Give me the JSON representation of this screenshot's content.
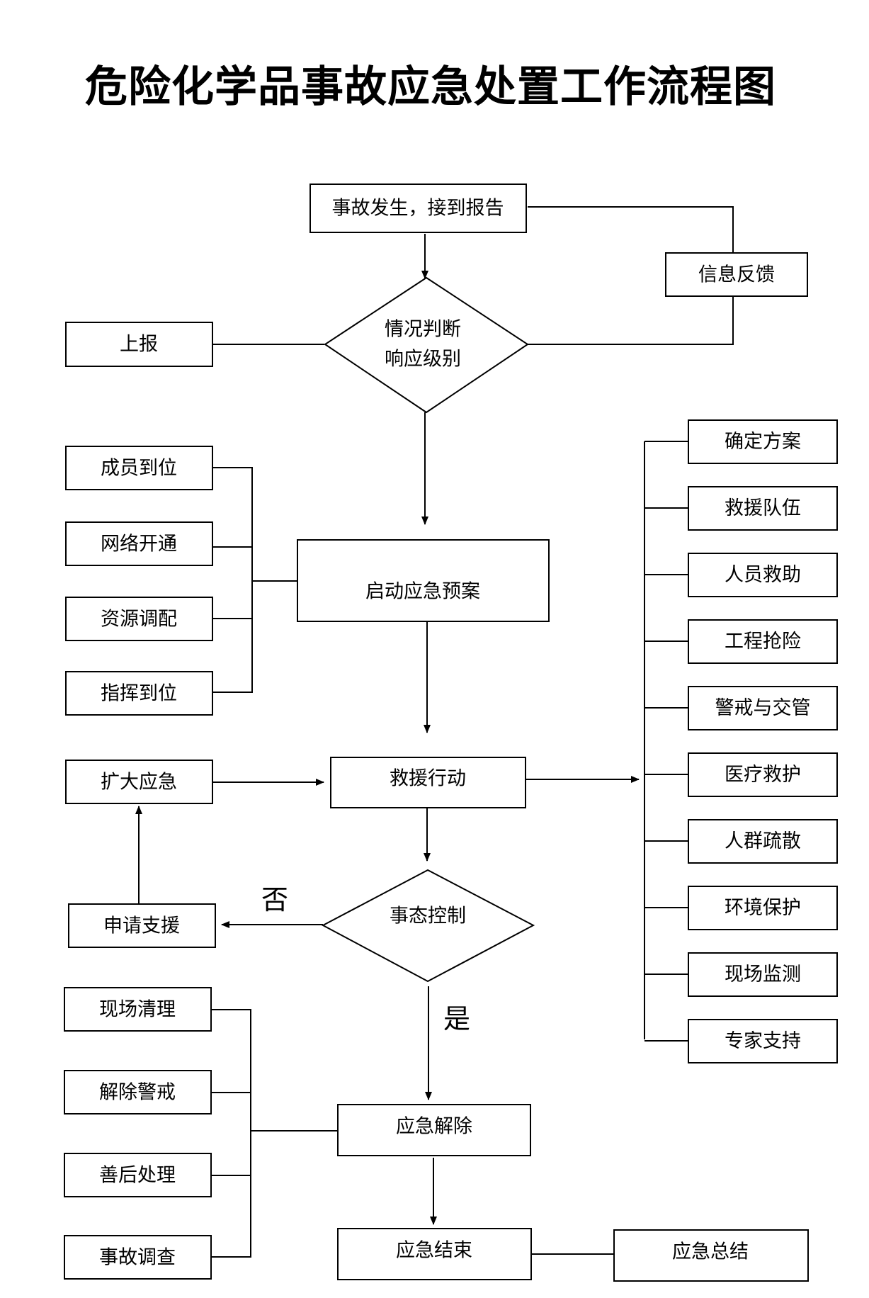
{
  "title": "危险化学品事故应急处置工作流程图",
  "colors": {
    "stroke": "#000000",
    "background": "#ffffff"
  },
  "nodes": {
    "report_received": "事故发生，接到报告",
    "info_feedback": "信息反馈",
    "judge_line1": "情况判断",
    "judge_line2": "响应级别",
    "report_up": "上报",
    "start_plan": "启动应急预案",
    "members_in_place": "成员到位",
    "network_open": "网络开通",
    "resource_dispatch": "资源调配",
    "command_in_place": "指挥到位",
    "rescue_action": "救援行动",
    "expand_response": "扩大应急",
    "situation_control": "事态控制",
    "request_support": "申请支援",
    "no_label": "否",
    "yes_label": "是",
    "response_lifted": "应急解除",
    "response_end": "应急结束",
    "response_summary": "应急总结",
    "site_cleanup": "现场清理",
    "lift_alert": "解除警戒",
    "aftermath": "善后处理",
    "accident_investigation": "事故调查"
  },
  "right_tasks": [
    "确定方案",
    "救援队伍",
    "人员救助",
    "工程抢险",
    "警戒与交管",
    "医疗救护",
    "人群疏散",
    "环境保护",
    "现场监测",
    "专家支持"
  ]
}
